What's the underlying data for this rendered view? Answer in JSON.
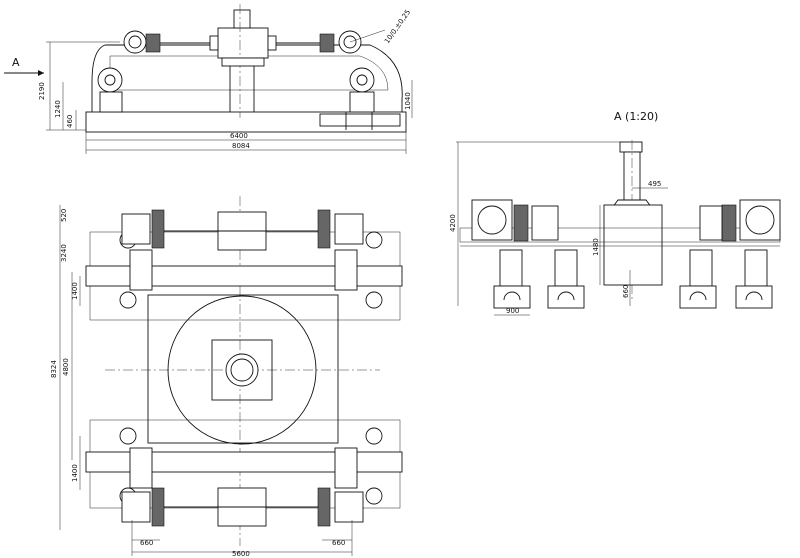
{
  "view_label_a": "A",
  "section_title": "A (1:20)",
  "top_view": {
    "dim_height_total": "2190",
    "dim_height_mid": "1240",
    "dim_height_base": "460",
    "dim_right": "1040",
    "dim_inner": "6400",
    "dim_outer": "8084",
    "dim_angle": "10/0,±0,25"
  },
  "plan_view": {
    "dim_top": "520",
    "dim_wheel_span": "3240",
    "dim_upper": "1400",
    "dim_total": "8324",
    "dim_center": "4800",
    "dim_lower": "1400",
    "dim_bottom_left": "660",
    "dim_bottom_center": "5600",
    "dim_bottom_right": "660"
  },
  "section_view": {
    "dim_height": "4200",
    "dim_top_right": "495",
    "dim_column": "1480",
    "dim_base": "660",
    "dim_width": "900"
  }
}
